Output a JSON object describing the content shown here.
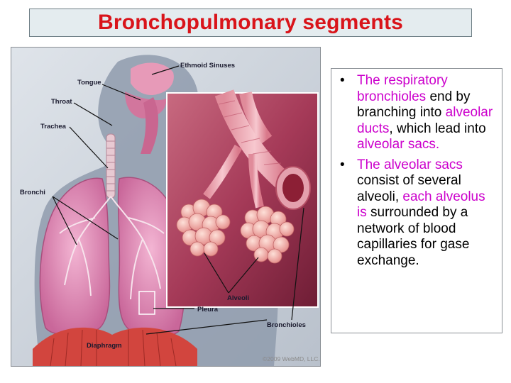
{
  "title": "Bronchopulmonary segments",
  "figure": {
    "labels": {
      "ethmoid": "Ethmoid Sinuses",
      "tongue": "Tongue",
      "throat": "Throat",
      "trachea": "Trachea",
      "bronchi": "Bronchi",
      "alveoli": "Alveoli",
      "pleura": "Pleura",
      "bronchioles": "Bronchioles",
      "diaphragm": "Diaphragm"
    },
    "copyright": "©2009 WebMD, LLC."
  },
  "bullets": [
    {
      "parts": [
        {
          "text": "The respiratory bronchioles",
          "highlight": true
        },
        {
          "text": " end by branching into ",
          "highlight": false
        },
        {
          "text": "alveolar ducts",
          "highlight": true
        },
        {
          "text": ", which lead into ",
          "highlight": false
        },
        {
          "text": "alveolar sacs.",
          "highlight": true
        }
      ]
    },
    {
      "parts": [
        {
          "text": "The alveolar sacs",
          "highlight": true
        },
        {
          "text": " consist of several alveoli, ",
          "highlight": false
        },
        {
          "text": "each alveolus is",
          "highlight": true
        },
        {
          "text": " surrounded by a network of blood capillaries for gase exchange.",
          "highlight": false
        }
      ]
    }
  ],
  "colors": {
    "title": "#d9141a",
    "highlight": "#cc00cc"
  }
}
